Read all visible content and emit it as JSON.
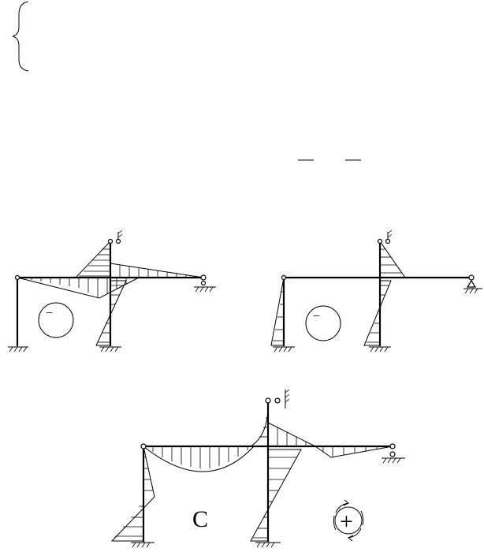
{
  "document": {
    "colors": {
      "ink": "#000000",
      "background": "#ffffff"
    },
    "equation_system": {
      "brace_icon": "left-curly-brace"
    },
    "formula_fragments": {
      "bars": [
        "overline",
        "overline"
      ]
    },
    "diagrams": [
      {
        "id": "frame-1",
        "circle_sign": "−",
        "icon": "circled-minus-sign"
      },
      {
        "id": "frame-2",
        "circle_sign": "−",
        "icon": "circled-minus-sign"
      },
      {
        "id": "frame-3",
        "side_symbol": "C",
        "circle_sign": "+",
        "icon": "circled-plus-with-rotation-arrows"
      }
    ]
  }
}
